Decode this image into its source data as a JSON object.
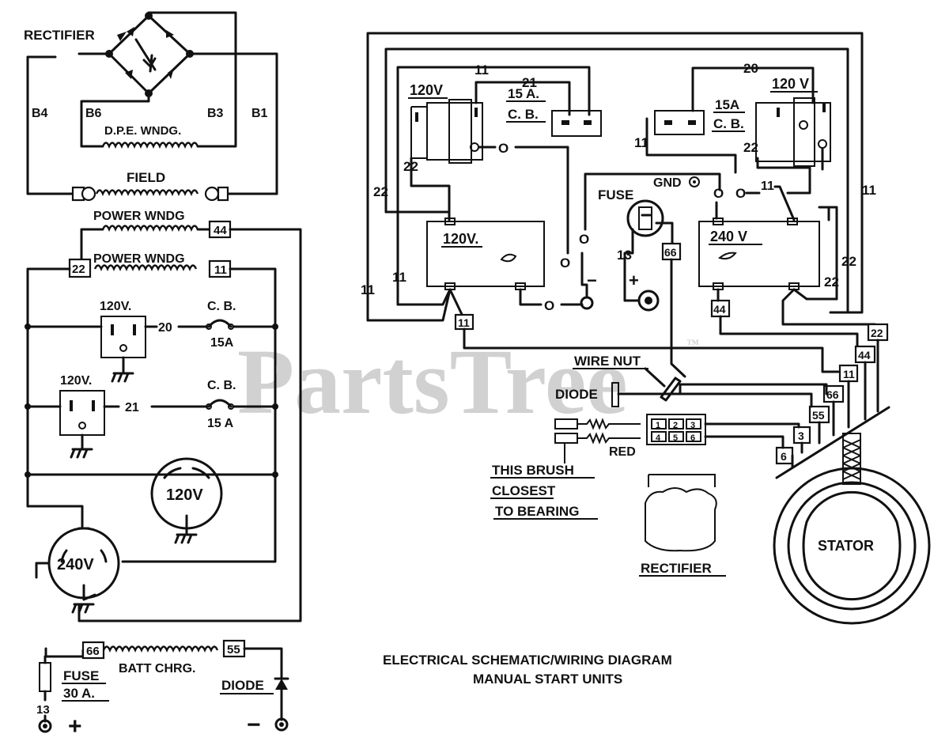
{
  "title": {
    "line1": "ELECTRICAL SCHEMATIC/WIRING DIAGRAM",
    "line2": "MANUAL START UNITS"
  },
  "watermark": {
    "text": "PartsTree",
    "mark": "™"
  },
  "colors": {
    "ink": "#111111",
    "watermark": "#c9c9c9",
    "background": "#ffffff"
  },
  "schematic": {
    "rectifier": "RECTIFIER",
    "b4": "B4",
    "b6": "B6",
    "b3": "B3",
    "b1": "B1",
    "dpe_winding": "D.P.E. WNDG.",
    "field": "FIELD",
    "power_winding_1": "POWER WNDG",
    "power_winding_2": "POWER WNDG",
    "tag_44": "44",
    "tag_22": "22",
    "tag_11": "11",
    "outlet_1_label": "120V.",
    "outlet_1_wire": "20",
    "cb_1": "C. B.",
    "cb_1_rating": "15A",
    "outlet_2_label": "120V.",
    "outlet_2_wire": "21",
    "cb_2": "C. B.",
    "cb_2_rating": "15 A",
    "twist_lock_120": "120V",
    "twist_lock_240": "240V",
    "tag_66": "66",
    "tag_55": "55",
    "batt_chrg": "BATT CHRG.",
    "fuse": "FUSE",
    "fuse_rating": "30 A.",
    "wire_13": "13",
    "diode": "DIODE",
    "plus": "+",
    "minus": "−"
  },
  "wiring": {
    "wire_11_top": "11",
    "wire_21": "21",
    "wire_20": "20",
    "left_outlet": "120V",
    "left_cb": "15 A.",
    "left_cb_2": "C. B.",
    "right_cb": "15A",
    "right_cb_2": "C. B.",
    "right_outlet": "120 V",
    "w22_a": "22",
    "w22_b": "22",
    "w22_c": "22",
    "w22_d": "22",
    "w22_e": "22",
    "w11_a": "11",
    "w11_b": "11",
    "w11_c": "11",
    "w11_d": "11",
    "w11_e": "11",
    "w0_a": "O",
    "w0_b": "O",
    "w0_c": "O",
    "w0_d": "O",
    "w0_e": "O",
    "w0_f": "O",
    "w0_g": "O",
    "panel_120": "120V.",
    "panel_240": "240 V",
    "fuse": "FUSE",
    "gnd": "GND",
    "wire_13": "13",
    "tag_66": "66",
    "tag_44": "44",
    "tag_11": "11",
    "tag_22_s": "22",
    "tag_44_s": "44",
    "tag_11_s": "11",
    "tag_66_s": "66",
    "tag_55_s": "55",
    "tag_3_s": "3",
    "tag_6_s": "6",
    "terminals": [
      "1",
      "2",
      "3",
      "4",
      "5",
      "6"
    ],
    "wire_nut": "WIRE NUT",
    "diode": "DIODE",
    "red": "RED",
    "brush_1": "THIS BRUSH",
    "brush_2": "CLOSEST",
    "brush_3": "TO BEARING",
    "rectifier": "RECTIFIER",
    "stator": "STATOR",
    "plus": "+",
    "minus": "−"
  }
}
